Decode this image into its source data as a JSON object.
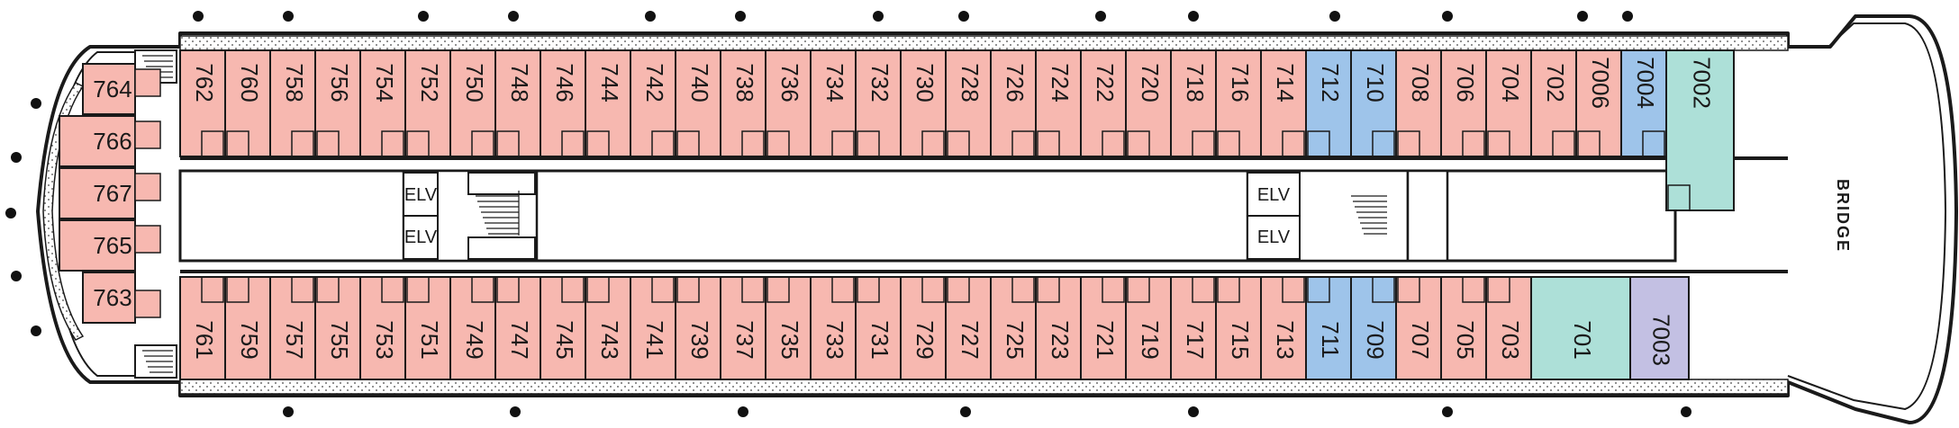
{
  "colors": {
    "standard": "#f7b8b0",
    "blue": "#9ec4ea",
    "teal": "#ade0d8",
    "lavender": "#c3c0e3",
    "outline": "#1a1a1a",
    "porthole": "#111111"
  },
  "labels": {
    "bridge": "BRIDGE",
    "elevator": "ELV"
  },
  "top_row": [
    {
      "id": "762",
      "type": "standard"
    },
    {
      "id": "760",
      "type": "standard"
    },
    {
      "id": "758",
      "type": "standard"
    },
    {
      "id": "756",
      "type": "standard"
    },
    {
      "id": "754",
      "type": "standard"
    },
    {
      "id": "752",
      "type": "standard"
    },
    {
      "id": "750",
      "type": "standard"
    },
    {
      "id": "748",
      "type": "standard"
    },
    {
      "id": "746",
      "type": "standard"
    },
    {
      "id": "744",
      "type": "standard"
    },
    {
      "id": "742",
      "type": "standard"
    },
    {
      "id": "740",
      "type": "standard"
    },
    {
      "id": "738",
      "type": "standard"
    },
    {
      "id": "736",
      "type": "standard"
    },
    {
      "id": "734",
      "type": "standard"
    },
    {
      "id": "732",
      "type": "standard"
    },
    {
      "id": "730",
      "type": "standard"
    },
    {
      "id": "728",
      "type": "standard"
    },
    {
      "id": "726",
      "type": "standard"
    },
    {
      "id": "724",
      "type": "standard"
    },
    {
      "id": "722",
      "type": "standard"
    },
    {
      "id": "720",
      "type": "standard"
    },
    {
      "id": "718",
      "type": "standard"
    },
    {
      "id": "716",
      "type": "standard"
    },
    {
      "id": "714",
      "type": "standard"
    },
    {
      "id": "712",
      "type": "blue"
    },
    {
      "id": "710",
      "type": "blue"
    },
    {
      "id": "708",
      "type": "standard"
    },
    {
      "id": "706",
      "type": "standard"
    },
    {
      "id": "704",
      "type": "standard"
    },
    {
      "id": "702",
      "type": "standard"
    },
    {
      "id": "7006",
      "type": "standard"
    },
    {
      "id": "7004",
      "type": "blue"
    },
    {
      "id": "7002",
      "type": "teal"
    }
  ],
  "bottom_row": [
    {
      "id": "761",
      "type": "standard"
    },
    {
      "id": "759",
      "type": "standard"
    },
    {
      "id": "757",
      "type": "standard"
    },
    {
      "id": "755",
      "type": "standard"
    },
    {
      "id": "753",
      "type": "standard"
    },
    {
      "id": "751",
      "type": "standard"
    },
    {
      "id": "749",
      "type": "standard"
    },
    {
      "id": "747",
      "type": "standard"
    },
    {
      "id": "745",
      "type": "standard"
    },
    {
      "id": "743",
      "type": "standard"
    },
    {
      "id": "741",
      "type": "standard"
    },
    {
      "id": "739",
      "type": "standard"
    },
    {
      "id": "737",
      "type": "standard"
    },
    {
      "id": "735",
      "type": "standard"
    },
    {
      "id": "733",
      "type": "standard"
    },
    {
      "id": "731",
      "type": "standard"
    },
    {
      "id": "729",
      "type": "standard"
    },
    {
      "id": "727",
      "type": "standard"
    },
    {
      "id": "725",
      "type": "standard"
    },
    {
      "id": "723",
      "type": "standard"
    },
    {
      "id": "721",
      "type": "standard"
    },
    {
      "id": "719",
      "type": "standard"
    },
    {
      "id": "717",
      "type": "standard"
    },
    {
      "id": "715",
      "type": "standard"
    },
    {
      "id": "713",
      "type": "standard"
    },
    {
      "id": "711",
      "type": "blue"
    },
    {
      "id": "709",
      "type": "blue"
    },
    {
      "id": "707",
      "type": "standard"
    },
    {
      "id": "705",
      "type": "standard"
    },
    {
      "id": "703",
      "type": "standard"
    },
    {
      "id": "701",
      "type": "teal"
    },
    {
      "id": "7003",
      "type": "lavender"
    }
  ],
  "stern_cabins": [
    {
      "id": "764",
      "type": "standard"
    },
    {
      "id": "766",
      "type": "standard"
    },
    {
      "id": "767",
      "type": "standard"
    },
    {
      "id": "765",
      "type": "standard"
    },
    {
      "id": "763",
      "type": "standard"
    }
  ]
}
